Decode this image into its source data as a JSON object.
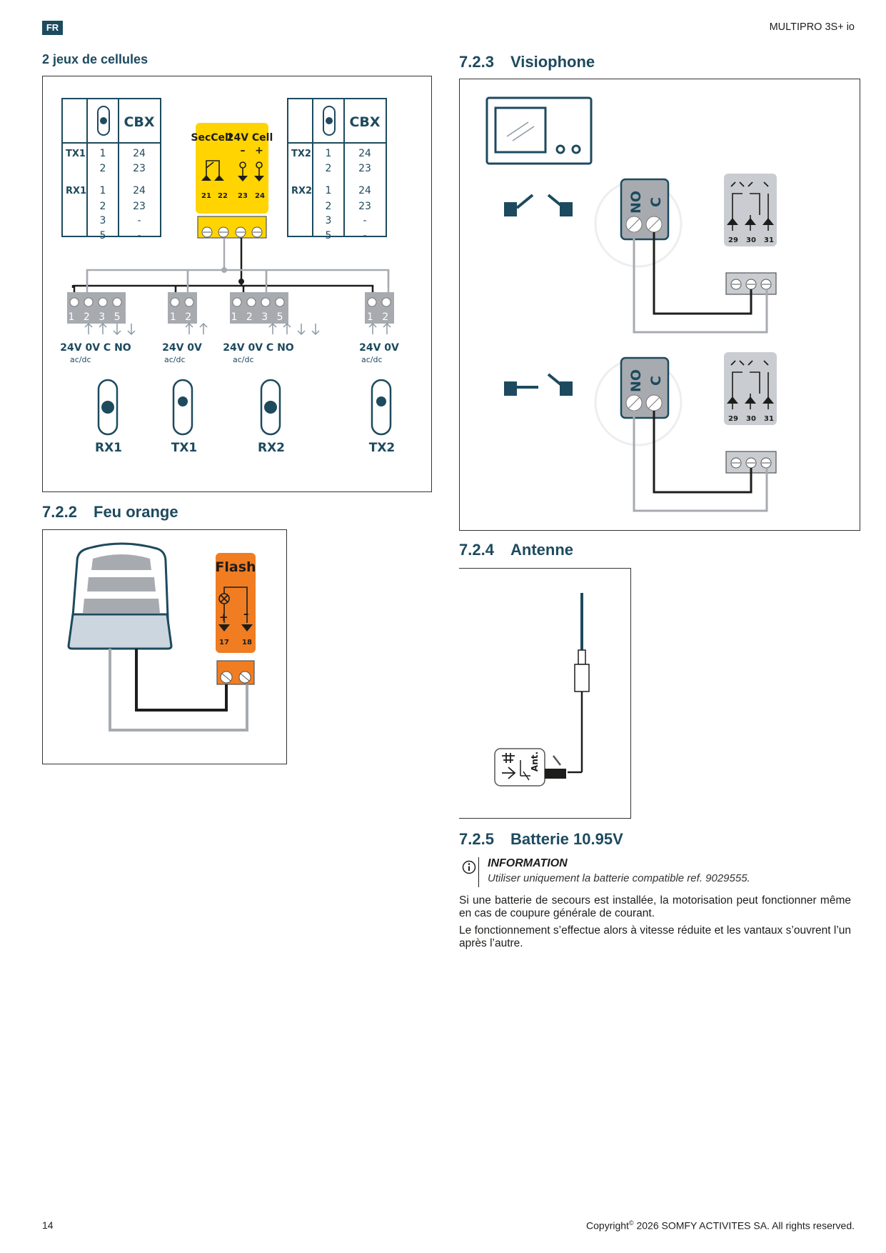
{
  "header": {
    "lang": "FR",
    "product": "MULTIPRO 3S+ io"
  },
  "cells": {
    "heading": "2 jeux de cellules",
    "table1": {
      "col_header": "CBX",
      "rows": [
        {
          "label": "TX1",
          "pins": [
            "1",
            "2"
          ],
          "cbx": [
            "24",
            "23"
          ]
        },
        {
          "label": "RX1",
          "pins": [
            "1",
            "2",
            "3",
            "5"
          ],
          "cbx": [
            "24",
            "23",
            "-",
            "-"
          ]
        }
      ]
    },
    "table2": {
      "col_header": "CBX",
      "rows": [
        {
          "label": "TX2",
          "pins": [
            "1",
            "2"
          ],
          "cbx": [
            "24",
            "23"
          ]
        },
        {
          "label": "RX2",
          "pins": [
            "1",
            "2",
            "3",
            "5"
          ],
          "cbx": [
            "24",
            "23",
            "-",
            "-"
          ]
        }
      ]
    },
    "module": {
      "label1": "SecCell",
      "label2": "24V Cell",
      "minus": "–",
      "plus": "+",
      "terminals": [
        "21",
        "22",
        "23",
        "24"
      ]
    },
    "devices": [
      {
        "name": "RX1",
        "pins": "1 2 3 5",
        "labels": "24V 0V C NO",
        "sub": "ac/dc"
      },
      {
        "name": "TX1",
        "pins": "1 2",
        "labels": "24V 0V",
        "sub": "ac/dc"
      },
      {
        "name": "RX2",
        "pins": "1 2 3 5",
        "labels": "24V 0V C NO",
        "sub": "ac/dc"
      },
      {
        "name": "TX2",
        "pins": "1 2",
        "labels": "24V 0V",
        "sub": "ac/dc"
      }
    ]
  },
  "feu": {
    "number": "7.2.2",
    "title": "Feu orange",
    "module_label": "Flash",
    "plus": "+",
    "minus": "–",
    "terminals": [
      "17",
      "18"
    ]
  },
  "visio": {
    "number": "7.2.3",
    "title": "Visiophone",
    "contact_no": "NO",
    "contact_c": "C",
    "terminals": [
      "29",
      "30",
      "31"
    ]
  },
  "antenne": {
    "number": "7.2.4",
    "title": "Antenne",
    "label": "Ant."
  },
  "batterie": {
    "number": "7.2.5",
    "title": "Batterie 10.95V",
    "info_title": "INFORMATION",
    "info_text": "Utiliser uniquement la batterie compatible ref. 9029555.",
    "para1": "Si une batterie de secours est installée, la motorisation peut fonctionner même en cas de coupure générale de courant.",
    "para2": "Le fonctionnement s’effectue alors à vitesse réduite et les vantaux s’ouvrent l’un après l’autre."
  },
  "footer": {
    "page": "14",
    "copyright_pre": "Copyright",
    "copyright_sup": "©",
    "copyright_post": " 2026 SOMFY ACTIVITES SA. All rights reserved."
  },
  "colors": {
    "brand": "#1d4a5e",
    "yellow": "#ffd400",
    "orange": "#f07d22",
    "gray": "#a7abb0"
  }
}
